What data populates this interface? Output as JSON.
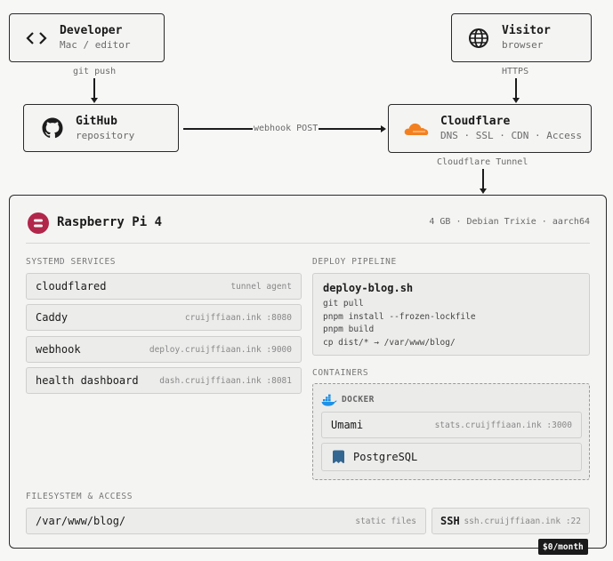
{
  "nodes": {
    "developer": {
      "title": "Developer",
      "subtitle": "Mac / editor",
      "icon": "code-icon"
    },
    "visitor": {
      "title": "Visitor",
      "subtitle": "browser",
      "icon": "globe-icon"
    },
    "github": {
      "title": "GitHub",
      "subtitle": "repository",
      "icon": "github-icon"
    },
    "cloudflare": {
      "title": "Cloudflare",
      "subtitle": "DNS · SSL · CDN · Access",
      "icon": "cloudflare-cloud-icon"
    }
  },
  "edges": {
    "dev_to_github": "git push",
    "visitor_to_cloudflare": "HTTPS",
    "github_to_cloudflare": "webhook POST",
    "cloudflare_to_pi": "Cloudflare Tunnel"
  },
  "pi": {
    "title": "Raspberry Pi 4",
    "specs": "4 GB · Debian Trixie · aarch64",
    "icon": "raspberry-pi-icon",
    "systemd": {
      "heading": "SYSTEMD SERVICES",
      "services": [
        {
          "name": "cloudflared",
          "meta": "tunnel agent"
        },
        {
          "name": "Caddy",
          "meta": "cruijffiaan.ink :8080"
        },
        {
          "name": "webhook",
          "meta": "deploy.cruijffiaan.ink :9000"
        },
        {
          "name": "health dashboard",
          "meta": "dash.cruijffiaan.ink :8081"
        }
      ]
    },
    "pipeline": {
      "heading": "DEPLOY PIPELINE",
      "script": "deploy-blog.sh",
      "commands": [
        "git pull",
        "pnpm install --frozen-lockfile",
        "pnpm build",
        "cp dist/* → /var/www/blog/"
      ]
    },
    "containers": {
      "heading": "CONTAINERS",
      "runtime": "DOCKER",
      "items": [
        {
          "name": "Umami",
          "meta": "stats.cruijffiaan.ink :3000"
        },
        {
          "name": "PostgreSQL",
          "meta": ""
        }
      ]
    },
    "filesystem": {
      "heading": "FILESYSTEM & ACCESS",
      "path": "/var/www/blog/",
      "path_meta": "static files",
      "ssh": "SSH",
      "ssh_meta": "ssh.cruijffiaan.ink :22"
    },
    "cost": "$0/month"
  },
  "colors": {
    "cloudflare": "#f38020",
    "raspberry": "#b1264a",
    "docker": "#1d91e6",
    "postgres": "#336791"
  }
}
